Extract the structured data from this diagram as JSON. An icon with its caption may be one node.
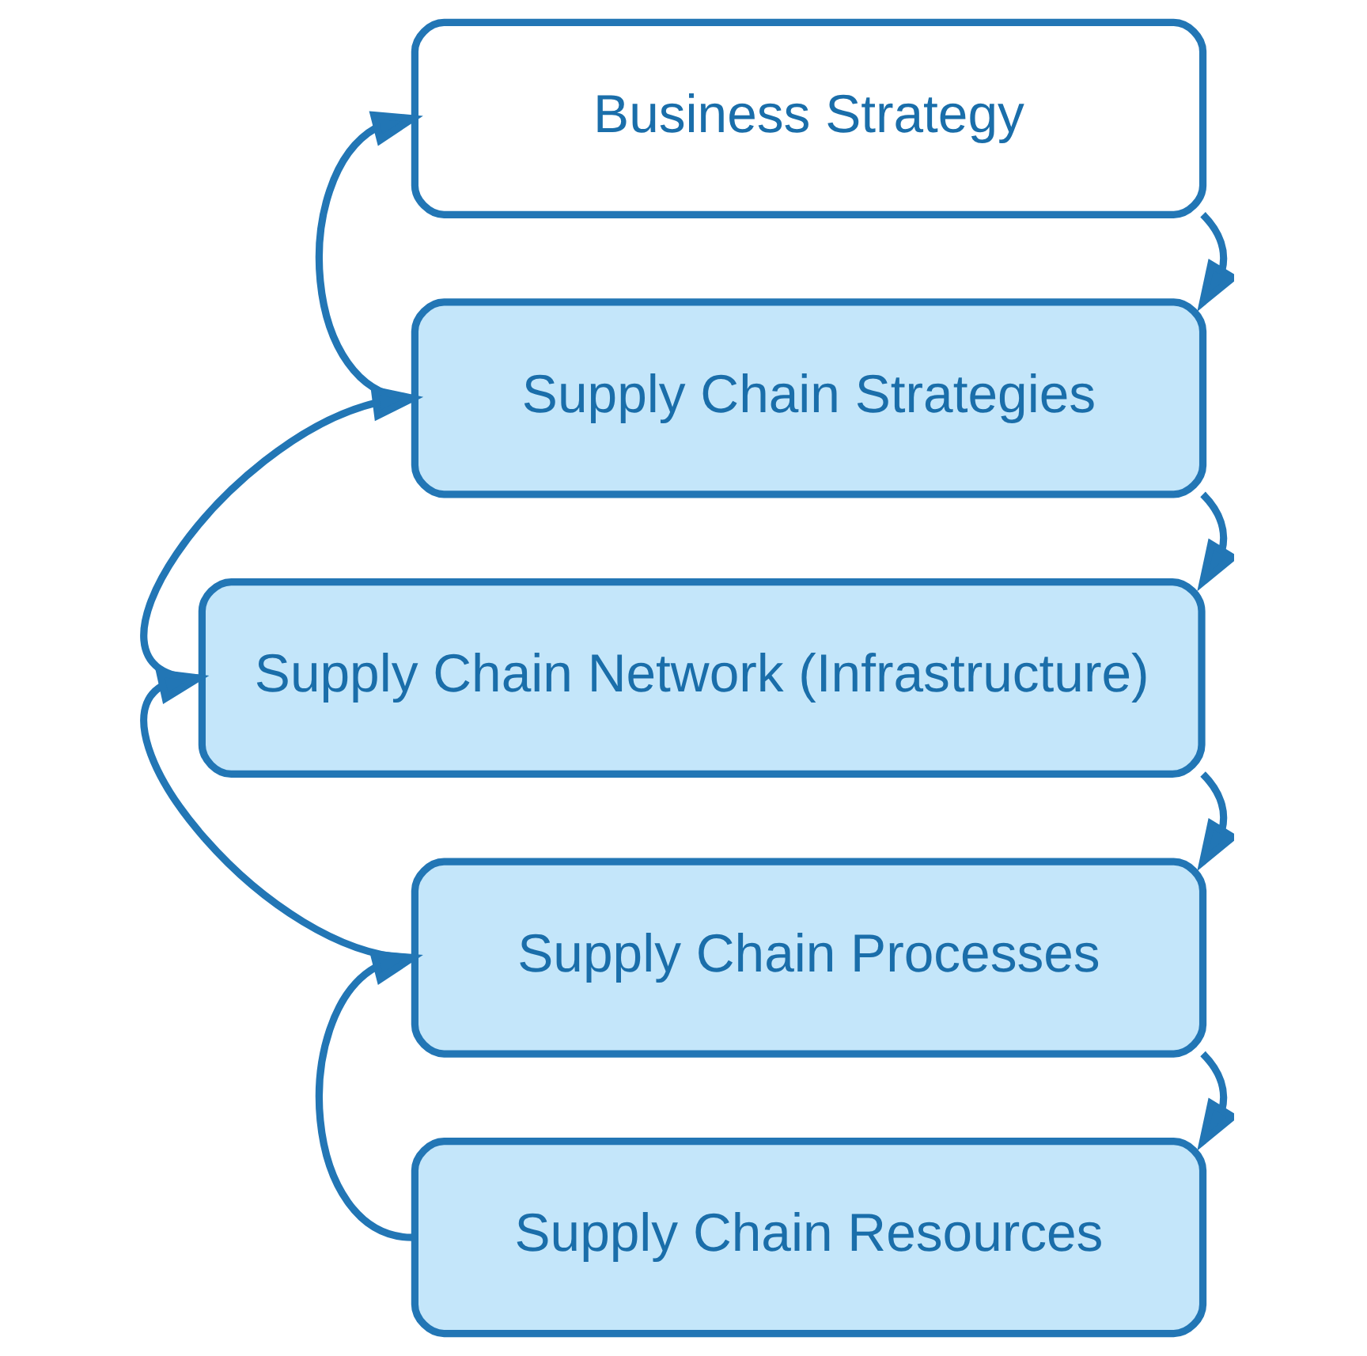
{
  "diagram": {
    "nodes": [
      {
        "text": [
          "Business Strategy"
        ]
      },
      {
        "text": [
          "Supply Chain Strategies"
        ]
      },
      {
        "text": [
          "Supply Chain Network (Infrastructure)"
        ]
      },
      {
        "text": [
          "Supply Chain Processes"
        ]
      },
      {
        "text": [
          "Supply Chain Resources"
        ]
      }
    ],
    "edges": [
      {
        "from": 0,
        "to": 1,
        "arrow": "to"
      },
      {
        "from": 1,
        "to": 0,
        "arrow": "to"
      },
      {
        "from": 1,
        "to": 2,
        "arrow": "to"
      },
      {
        "from": 2,
        "to": 1,
        "arrow": "to"
      },
      {
        "from": 2,
        "to": 3,
        "arrow": "to"
      },
      {
        "from": 3,
        "to": 2,
        "arrow": "to"
      },
      {
        "from": 3,
        "to": 4,
        "arrow": "to"
      },
      {
        "from": 4,
        "to": 3,
        "arrow": "to"
      }
    ]
  }
}
